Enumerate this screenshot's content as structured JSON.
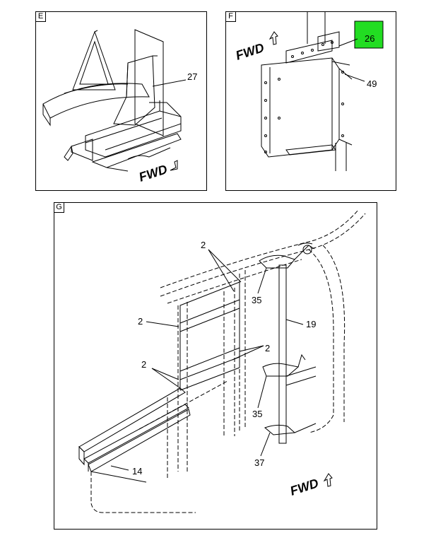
{
  "panels": {
    "e": {
      "tag": "E",
      "fwd": "FWD",
      "callouts": [
        "27"
      ]
    },
    "f": {
      "tag": "F",
      "fwd": "FWD",
      "callouts": [
        "26",
        "49"
      ],
      "highlight_color": "#22dd22"
    },
    "g": {
      "tag": "G",
      "fwd": "FWD",
      "callouts": [
        "2",
        "2",
        "2",
        "2",
        "35",
        "19",
        "35",
        "37",
        "14"
      ]
    }
  },
  "colors": {
    "line": "#000000",
    "highlight": "#22dd22",
    "background": "#ffffff"
  }
}
